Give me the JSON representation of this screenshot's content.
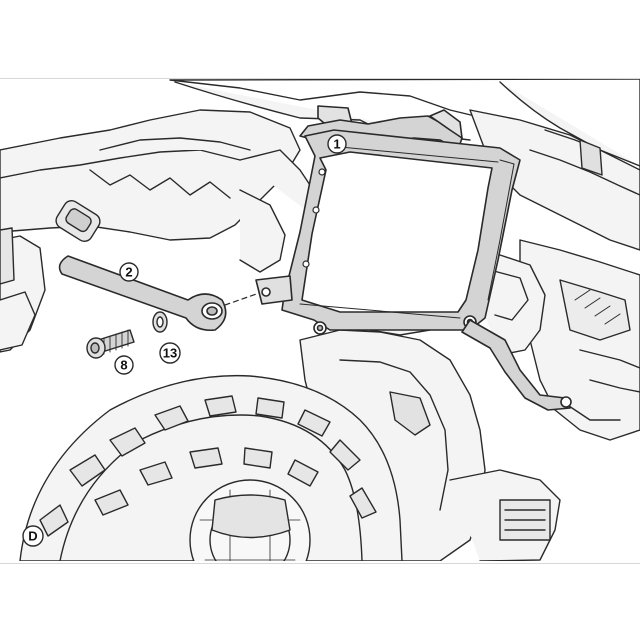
{
  "diagram": {
    "view_letter": "D",
    "callouts": [
      {
        "id": "part-1",
        "label": "1"
      },
      {
        "id": "part-2",
        "label": "2"
      },
      {
        "id": "part-8",
        "label": "8"
      },
      {
        "id": "part-13",
        "label": "13"
      }
    ]
  },
  "colors": {
    "line": "#2a2a2a",
    "fill": "#f2f2f2",
    "frame_fill": "#d4d4d4",
    "shade": "#cfcfcf"
  }
}
